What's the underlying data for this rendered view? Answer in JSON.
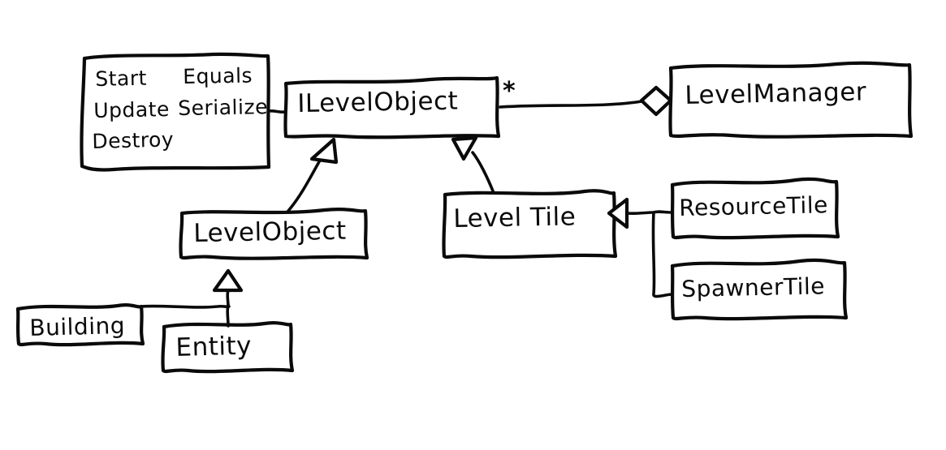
{
  "diagram": {
    "title": "Hand-drawn UML class diagram",
    "style": "hand-drawn sketch, black ink on white",
    "stroke_color": "#0a0a0a",
    "background_color": "#ffffff",
    "classes": [
      {
        "id": "methods-box",
        "name": "",
        "kind": "methods-note",
        "methods": [
          "Start",
          "Equals",
          "Update",
          "Serialize",
          "Destroy"
        ],
        "method_rows": [
          {
            "left": "Start",
            "right": "Equals"
          },
          {
            "left": "Update",
            "right": "Serialize"
          },
          {
            "left": "Destroy",
            "right": ""
          }
        ]
      },
      {
        "id": "ilevelobject",
        "name": "ILevelObject",
        "kind": "interface"
      },
      {
        "id": "levelmanager",
        "name": "LevelManager",
        "kind": "class"
      },
      {
        "id": "levelobject",
        "name": "LevelObject",
        "kind": "class"
      },
      {
        "id": "leveltile",
        "name": "Level Tile",
        "kind": "class"
      },
      {
        "id": "resourcetile",
        "name": "ResourceTile",
        "kind": "class"
      },
      {
        "id": "spawnertile",
        "name": "SpawnerTile",
        "kind": "class"
      },
      {
        "id": "building",
        "name": "Building",
        "kind": "class"
      },
      {
        "id": "entity",
        "name": "Entity",
        "kind": "class"
      }
    ],
    "multiplicities": [
      {
        "id": "ilevelobject-multiplicity",
        "value": "*",
        "near": "ILevelObject"
      }
    ],
    "relationships": [
      {
        "id": "rel-methods-ilevelobject",
        "from": "methods-box",
        "to": "ILevelObject",
        "type": "note-link"
      },
      {
        "id": "rel-ilevelobject-levelmanager",
        "from": "LevelManager",
        "to": "ILevelObject",
        "type": "aggregation",
        "multiplicity": "*"
      },
      {
        "id": "rel-levelobject-ilevelobject",
        "from": "LevelObject",
        "to": "ILevelObject",
        "type": "realization"
      },
      {
        "id": "rel-leveltile-ilevelobject",
        "from": "Level Tile",
        "to": "ILevelObject",
        "type": "realization"
      },
      {
        "id": "rel-resourcetile-leveltile",
        "from": "ResourceTile",
        "to": "Level Tile",
        "type": "inheritance"
      },
      {
        "id": "rel-spawnertile-leveltile",
        "from": "SpawnerTile",
        "to": "Level Tile",
        "type": "inheritance"
      },
      {
        "id": "rel-building-levelobject",
        "from": "Building",
        "to": "LevelObject",
        "type": "inheritance"
      },
      {
        "id": "rel-entity-levelobject",
        "from": "Entity",
        "to": "LevelObject",
        "type": "inheritance"
      }
    ]
  }
}
